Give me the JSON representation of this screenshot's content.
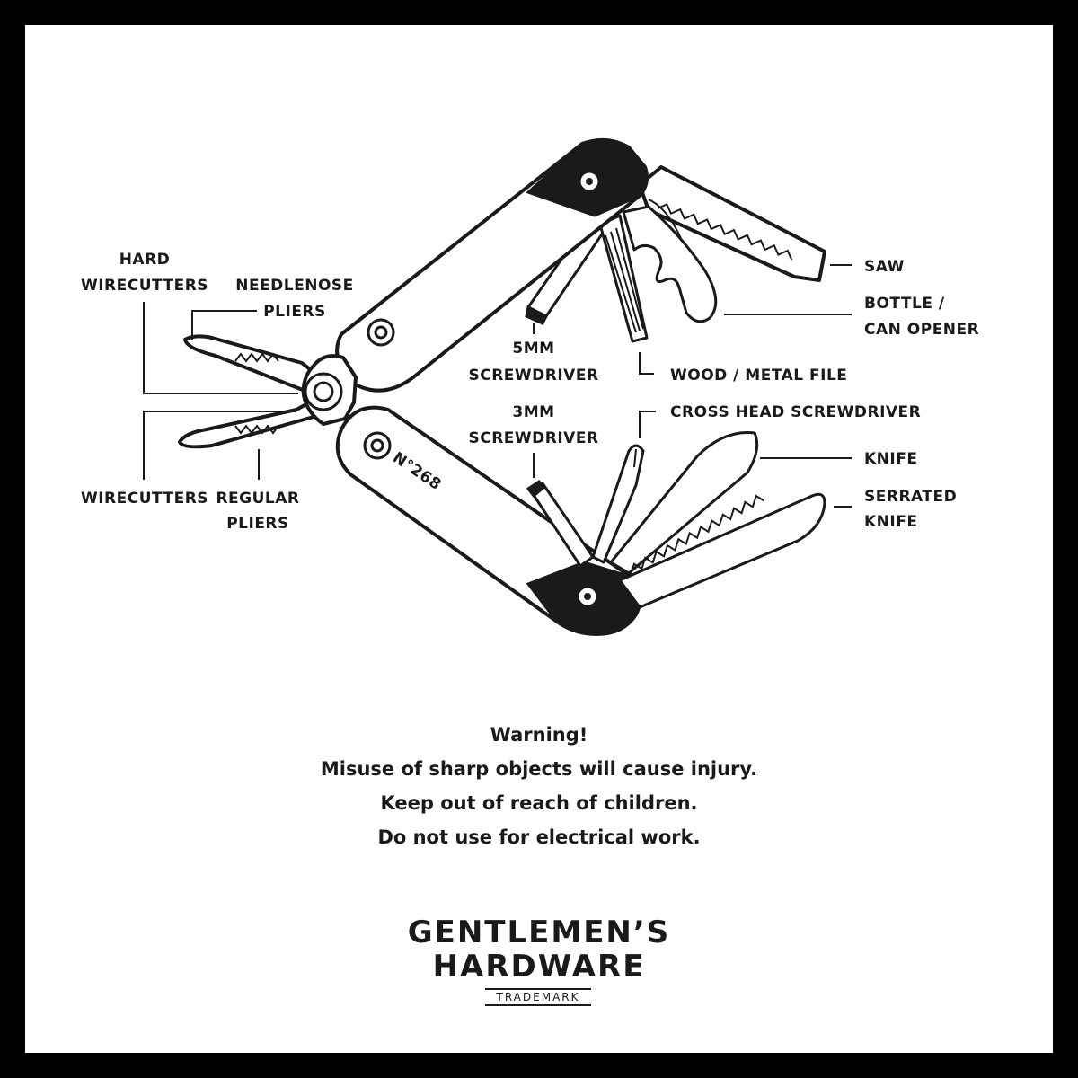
{
  "labels": {
    "hard_wirecutters_1": "HARD",
    "hard_wirecutters_2": "WIRECUTTERS",
    "needlenose_1": "NEEDLENOSE",
    "needlenose_2": "PLIERS",
    "wirecutters": "WIRECUTTERS",
    "regular_pliers_1": "REGULAR",
    "regular_pliers_2": "PLIERS",
    "screwdriver_5mm_1": "5MM",
    "screwdriver_5mm_2": "SCREWDRIVER",
    "screwdriver_3mm_1": "3MM",
    "screwdriver_3mm_2": "SCREWDRIVER",
    "saw": "SAW",
    "bottle_opener_1": "BOTTLE /",
    "bottle_opener_2": "CAN OPENER",
    "file": "WOOD / METAL FILE",
    "cross_head": "CROSS HEAD SCREWDRIVER",
    "knife": "KNIFE",
    "serrated_1": "SERRATED",
    "serrated_2": "KNIFE"
  },
  "engraving": "N°268",
  "warning": {
    "title": "Warning!",
    "line1": "Misuse of sharp objects will cause injury.",
    "line2": "Keep out of reach of children.",
    "line3": "Do not use for electrical work."
  },
  "brand": {
    "line1": "GENTLEMEN’S",
    "line2": "HARDWARE",
    "tagline": "TRADEMARK"
  },
  "colors": {
    "frame": "#000000",
    "ink": "#1a1a1a",
    "background": "#ffffff"
  }
}
